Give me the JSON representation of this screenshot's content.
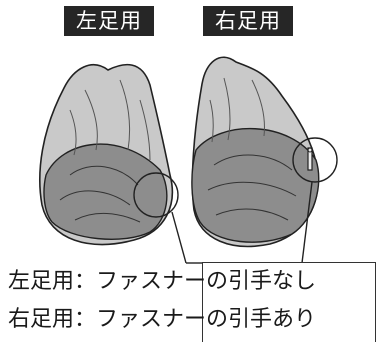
{
  "tags": {
    "left": "左足用",
    "right": "右足用"
  },
  "captions": [
    "左足用：ファスナーの引手なし",
    "右足用：ファスナーの引手あり"
  ],
  "colors": {
    "tag_background": "#262626",
    "tag_text": "#ffffff",
    "line": "#333333"
  }
}
